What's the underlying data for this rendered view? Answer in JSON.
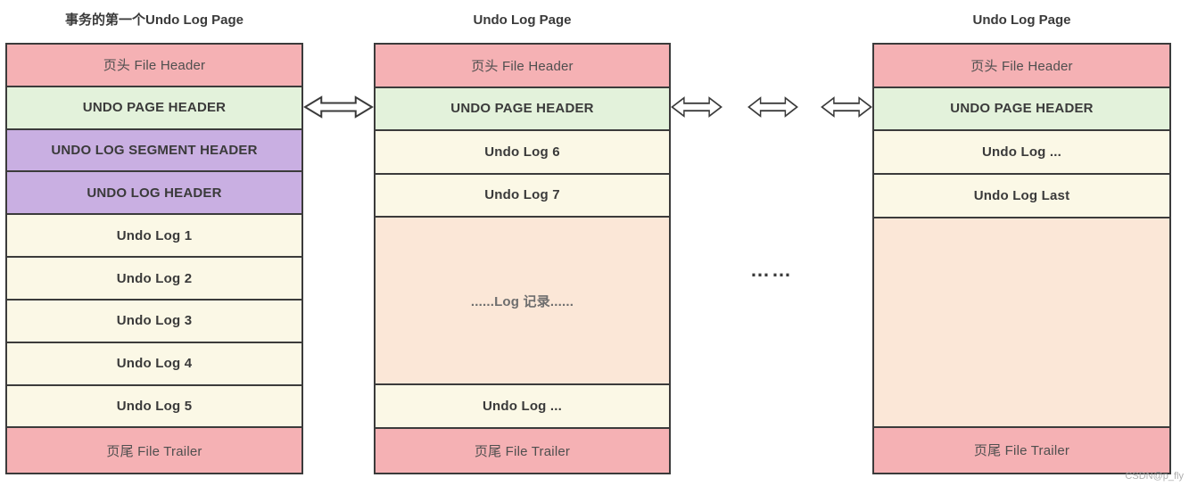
{
  "pages": [
    {
      "title": "事务的第一个Undo Log Page",
      "rows": [
        {
          "label": "页头 File Header",
          "color": "pink",
          "bold": false,
          "span": 1
        },
        {
          "label": "UNDO PAGE HEADER",
          "color": "green",
          "bold": true,
          "span": 1
        },
        {
          "label": "UNDO LOG SEGMENT HEADER",
          "color": "purple",
          "bold": true,
          "span": 1
        },
        {
          "label": "UNDO LOG HEADER",
          "color": "purple",
          "bold": true,
          "span": 1
        },
        {
          "label": "Undo Log 1",
          "color": "cream",
          "bold": true,
          "span": 1
        },
        {
          "label": "Undo Log 2",
          "color": "cream",
          "bold": true,
          "span": 1
        },
        {
          "label": "Undo Log 3",
          "color": "cream",
          "bold": true,
          "span": 1
        },
        {
          "label": "Undo Log 4",
          "color": "cream",
          "bold": true,
          "span": 1
        },
        {
          "label": "Undo Log 5",
          "color": "cream",
          "bold": true,
          "span": 1
        },
        {
          "label": "页尾 File Trailer",
          "color": "pink",
          "bold": false,
          "span": 1.08
        }
      ]
    },
    {
      "title": "Undo Log Page",
      "rows": [
        {
          "label": "页头 File Header",
          "color": "pink",
          "bold": false,
          "span": 1
        },
        {
          "label": "UNDO PAGE HEADER",
          "color": "green",
          "bold": true,
          "span": 1
        },
        {
          "label": "Undo Log 6",
          "color": "cream",
          "bold": true,
          "span": 1
        },
        {
          "label": "Undo Log 7",
          "color": "cream",
          "bold": true,
          "span": 1
        },
        {
          "label": "......Log 记录......",
          "color": "peach",
          "bold": true,
          "muted": true,
          "span": 4
        },
        {
          "label": "Undo Log ...",
          "color": "cream",
          "bold": true,
          "span": 1
        },
        {
          "label": "页尾 File Trailer",
          "color": "pink",
          "bold": false,
          "span": 1.06
        }
      ]
    },
    {
      "title": "Undo Log Page",
      "rows": [
        {
          "label": "页头 File Header",
          "color": "pink",
          "bold": false,
          "span": 1
        },
        {
          "label": "UNDO PAGE HEADER",
          "color": "green",
          "bold": true,
          "span": 1
        },
        {
          "label": "Undo Log ...",
          "color": "cream",
          "bold": true,
          "span": 1
        },
        {
          "label": "Undo Log Last",
          "color": "cream",
          "bold": true,
          "span": 1
        },
        {
          "label": "",
          "color": "peach",
          "bold": false,
          "span": 5
        },
        {
          "label": "页尾 File Trailer",
          "color": "pink",
          "bold": false,
          "span": 1.08
        }
      ]
    }
  ],
  "connectors": {
    "ellipsis": "……"
  },
  "watermark": "CSDN@p_fly",
  "colors": {
    "pink": "#f5b1b4",
    "green": "#e3f2db",
    "purple": "#c9afe2",
    "cream": "#fbf8e6",
    "peach": "#fbe7d7",
    "border": "#3b3b3b"
  }
}
